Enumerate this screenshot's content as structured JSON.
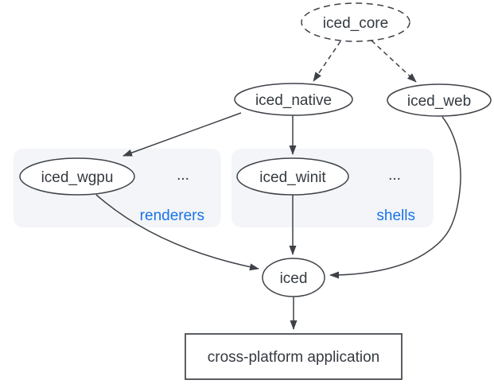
{
  "nodes": {
    "core": {
      "label": "iced_core",
      "shape": "ellipse",
      "border": "dashed"
    },
    "native": {
      "label": "iced_native",
      "shape": "ellipse",
      "border": "solid"
    },
    "web": {
      "label": "iced_web",
      "shape": "ellipse",
      "border": "solid"
    },
    "wgpu": {
      "label": "iced_wgpu",
      "shape": "ellipse",
      "border": "solid",
      "group": "renderers"
    },
    "winit": {
      "label": "iced_winit",
      "shape": "ellipse",
      "border": "solid",
      "group": "shells"
    },
    "iced": {
      "label": "iced",
      "shape": "ellipse",
      "border": "solid"
    },
    "application": {
      "label": "cross-platform application",
      "shape": "rectangle",
      "border": "solid"
    }
  },
  "groups": {
    "renderers": {
      "label": "renderers",
      "ellipsis": "..."
    },
    "shells": {
      "label": "shells",
      "ellipsis": "..."
    }
  },
  "edges": [
    {
      "from": "iced_core",
      "to": "iced_native",
      "style": "dashed"
    },
    {
      "from": "iced_core",
      "to": "iced_web",
      "style": "dashed"
    },
    {
      "from": "iced_native",
      "to": "iced_wgpu",
      "style": "solid"
    },
    {
      "from": "iced_native",
      "to": "iced_winit",
      "style": "solid"
    },
    {
      "from": "iced_winit",
      "to": "iced",
      "style": "solid"
    },
    {
      "from": "iced_wgpu",
      "to": "iced",
      "style": "solid"
    },
    {
      "from": "iced_web",
      "to": "iced",
      "style": "solid"
    },
    {
      "from": "iced",
      "to": "cross-platform application",
      "style": "solid"
    }
  ],
  "colors": {
    "edge": "#3e4248",
    "node_text": "#343a40",
    "group_fill": "#f3f5f8",
    "group_label": "#1a73e8",
    "background": "#ffffff"
  }
}
